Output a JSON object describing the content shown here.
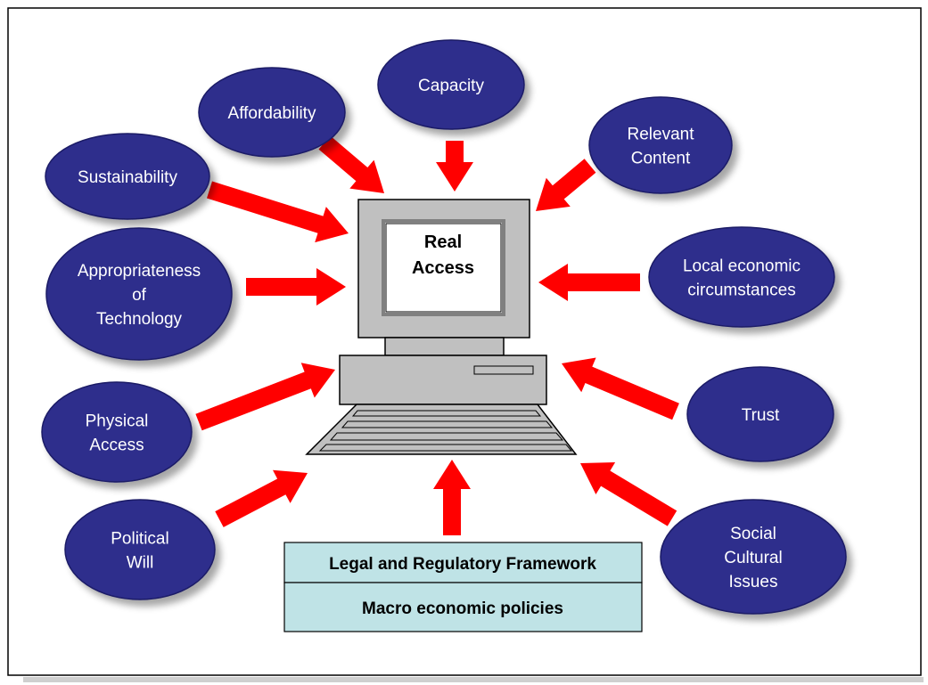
{
  "center": {
    "screen_lines": [
      "Real",
      "Access"
    ]
  },
  "factors": [
    {
      "id": "affordability",
      "lines": [
        "Affordability"
      ]
    },
    {
      "id": "capacity",
      "lines": [
        "Capacity"
      ]
    },
    {
      "id": "relevant-content",
      "lines": [
        "Relevant",
        "Content"
      ]
    },
    {
      "id": "sustainability",
      "lines": [
        "Sustainability"
      ]
    },
    {
      "id": "local-economic-circumstances",
      "lines": [
        "Local economic",
        "circumstances"
      ]
    },
    {
      "id": "appropriateness-of-technology",
      "lines": [
        "Appropriateness",
        "of",
        "Technology"
      ]
    },
    {
      "id": "physical-access",
      "lines": [
        "Physical",
        "Access"
      ]
    },
    {
      "id": "trust",
      "lines": [
        "Trust"
      ]
    },
    {
      "id": "political-will",
      "lines": [
        "Political",
        "Will"
      ]
    },
    {
      "id": "social-cultural-issues",
      "lines": [
        "Social",
        "Cultural",
        "Issues"
      ]
    }
  ],
  "foundation": {
    "top_label": "Legal and Regulatory Framework",
    "bottom_label": "Macro economic policies"
  },
  "colors": {
    "oval_fill": "#2e2e8c",
    "arrow_fill": "#ff0000",
    "box_fill": "#bfe3e6",
    "monitor_fill": "#c0c0c0"
  }
}
